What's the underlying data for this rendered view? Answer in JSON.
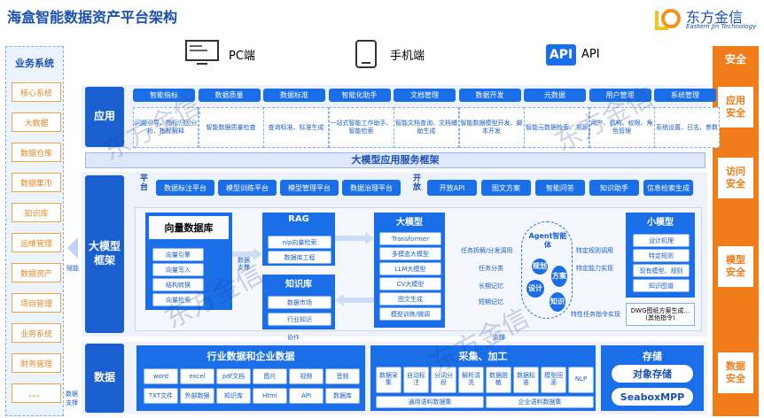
{
  "title": "海盒智能数据资产平台架构",
  "brand": {
    "name": "东方金信",
    "en": "Eastern Jin Technology"
  },
  "devices": [
    {
      "label": "PC端",
      "icon": "monitor-icon"
    },
    {
      "label": "手机端",
      "icon": "phone-icon"
    },
    {
      "label": "API",
      "icon": "api-icon",
      "badge": "API"
    }
  ],
  "left": {
    "header": "业务系统",
    "items": [
      "核心系统",
      "大数据",
      "数据仓库",
      "数据集市",
      "知识库",
      "运维管理",
      "数据资产",
      "项目管理",
      "业务系统",
      "财务管理",
      "。。。"
    ],
    "label_capability": "赋能",
    "label_support": "数据支撑"
  },
  "right": {
    "header": "安全",
    "items": [
      "应用\n安全",
      "访问\n安全",
      "模型\n安全",
      "数据\n安全"
    ]
  },
  "app": {
    "header": "应用",
    "items": [
      {
        "name": "智能指标",
        "desc": "问题引导、指标归因分析、指标解释"
      },
      {
        "name": "数据质量",
        "desc": "智能数据质量检查"
      },
      {
        "name": "数据标准",
        "desc": "查询标准、标准生成"
      },
      {
        "name": "智能化助手",
        "desc": "一站式智能工作助手、智能检索"
      },
      {
        "name": "文档管理",
        "desc": "智能文档查询、文档辅助生成"
      },
      {
        "name": "数据开发",
        "desc": "智能数据模型开发、脚本开发"
      },
      {
        "name": "元数据",
        "desc": "智能元数据检索、溯源"
      },
      {
        "name": "用户管理",
        "desc": "用户、机构、权限、角色管理"
      },
      {
        "name": "系统管理",
        "desc": "系统设置、日志、参数"
      }
    ]
  },
  "band_label": "大模型应用服务框架",
  "llm": {
    "header": "大模型\n框架",
    "platform_label": "平\n台",
    "platforms": [
      "数据标注平台",
      "模型训练平台",
      "模型管理平台",
      "数据治理平台"
    ],
    "open_label": "开\n放",
    "open_items": [
      "开放API",
      "图文方案",
      "智能问答",
      "知识助手",
      "信息检索生成"
    ],
    "vector": {
      "title": "向量数据库",
      "items": [
        "向量引擎",
        "向量写入",
        "结构转换",
        "向量检索"
      ]
    },
    "data_support": "数据\n支撑",
    "rag": {
      "title": "RAG",
      "items": [
        "nlp向量检索",
        "数据库工程"
      ]
    },
    "kb": {
      "title": "知识库",
      "items": [
        "数据市场",
        "行业知识"
      ]
    },
    "big": {
      "title": "大模型",
      "items": [
        "Transformer",
        "多模态大模型",
        "LLM大模型",
        "CV大模型",
        "图文生成",
        "模型训练/微调"
      ]
    },
    "mid_labels": [
      "任务拆解/分发调用",
      "任务分类",
      "长期记忆",
      "短期记忆"
    ],
    "agent": {
      "title": "Agent智能体",
      "items": [
        "规划",
        "方案",
        "设计",
        "知识"
      ]
    },
    "right_labels": [
      "特定规则调用",
      "特定能力实现",
      "特性任务指令实现"
    ],
    "small": {
      "title": "小模型",
      "items": [
        "设计机理",
        "特定规则",
        "现有模型、规则",
        "知识图谱"
      ],
      "note": "DWG图纸方案生成...(其他指令)"
    },
    "collab": "协作",
    "support": "支撑"
  },
  "data": {
    "header": "数据",
    "industry": {
      "title": "行业数据和企业数据",
      "items": [
        "word",
        "excel",
        "pdf文档",
        "图片",
        "视频",
        "音频",
        "TXT文件",
        "外部数据",
        "知识库",
        "Html",
        "API",
        "数据库"
      ]
    },
    "collect": {
      "title": "采集、加工",
      "items": [
        "数据采集",
        "自动标注",
        "分词分段",
        "解析清洗",
        "数据脱敏",
        "数据标准",
        "模型回滚",
        "NLP"
      ],
      "footer": [
        "通用语料数据集",
        "企业语料数据集"
      ]
    },
    "storage": {
      "title": "存储",
      "items": [
        "对象存储",
        "SeaboxMPP"
      ]
    }
  },
  "watermark": "东方金信"
}
